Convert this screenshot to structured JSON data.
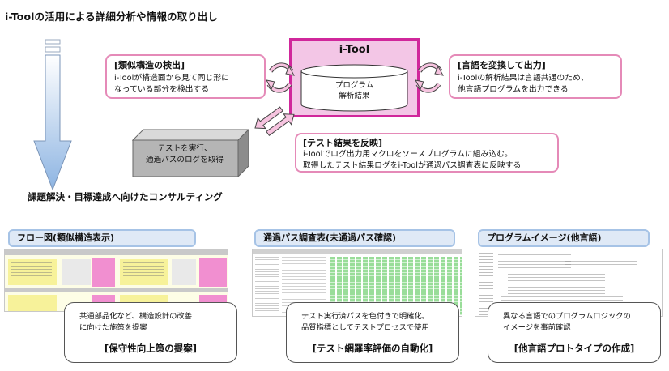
{
  "title": "i-Toolの活用による詳細分析や情報の取り出し",
  "itool": {
    "name": "i-Tool",
    "db_lines": [
      "プログラム",
      "解析結果"
    ]
  },
  "left_callout": {
    "head": "[類似構造の検出]",
    "lines": [
      "i-Toolが構造面から見て同じ形に",
      "なっている部分を検出する"
    ]
  },
  "right_callout": {
    "head": "[言語を変換して出力]",
    "lines": [
      "i-Toolの解析結果は言語共通のため、",
      "他言語プログラムを出力できる"
    ]
  },
  "bottom_callout": {
    "head": "[テスト結果を反映]",
    "lines": [
      "i-Toolでログ出力用マクロをソースプログラムに組み込む。",
      "取得したテスト結果ログをi-Toolが通過パス調査表に反映する"
    ]
  },
  "test_box": {
    "lines": [
      "テストを実行、",
      "通過パスのログを取得"
    ]
  },
  "subtitle": "課題解決・目標達成へ向けたコンサルティング",
  "panels": [
    {
      "title": "フロー図(類似構造表示)",
      "desc": [
        "共通部品化など、構造設計の改善",
        "に向けた施策を提案"
      ],
      "head": "[保守性向上策の提案]"
    },
    {
      "title": "通過パス調査表(未通過パス確認)",
      "desc": [
        "テスト実行済パスを色付きで明確化。",
        "品質指標としてテストプロセスで使用"
      ],
      "head": "[テスト網羅率評価の自動化]"
    },
    {
      "title": "プログラムイメージ(他言語)",
      "desc": [
        "異なる言語でのプログラムロジックの",
        "イメージを事前確認"
      ],
      "head": "[他言語プロトタイプの作成]"
    }
  ],
  "colors": {
    "callout_border": "#e58ab8",
    "itool_fill": "#f3c6e6",
    "itool_border": "#d0279b",
    "arrow_pink": "#f6c3df",
    "down_arrow": "#8db4e2",
    "panel_title_fill": "#dfe9f6",
    "panel_title_border": "#a6c3e6",
    "grey_box": "#b5b5b5"
  }
}
